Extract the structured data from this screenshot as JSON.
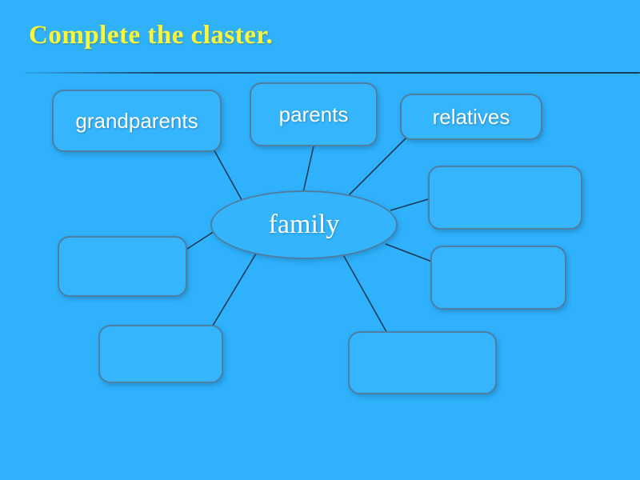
{
  "slide": {
    "title": "Complete the claster.",
    "background_color": "#2FB1FC",
    "title_color": "#FBF53C",
    "divider_color": "#1A4A70"
  },
  "cluster": {
    "center": {
      "label": "family"
    },
    "nodes": [
      {
        "label": "grandparents",
        "filled": true
      },
      {
        "label": "parents",
        "filled": true
      },
      {
        "label": "relatives",
        "filled": true
      },
      {
        "label": "",
        "filled": false
      },
      {
        "label": "",
        "filled": false
      },
      {
        "label": "",
        "filled": false
      },
      {
        "label": "",
        "filled": false
      },
      {
        "label": "",
        "filled": false
      }
    ],
    "colors": {
      "node_fill": "#35B5FD",
      "node_border": "#4C7FA3",
      "connector": "#1B3A55",
      "label_text": "#FFFFFF",
      "center_text": "#FFFFFF"
    }
  }
}
